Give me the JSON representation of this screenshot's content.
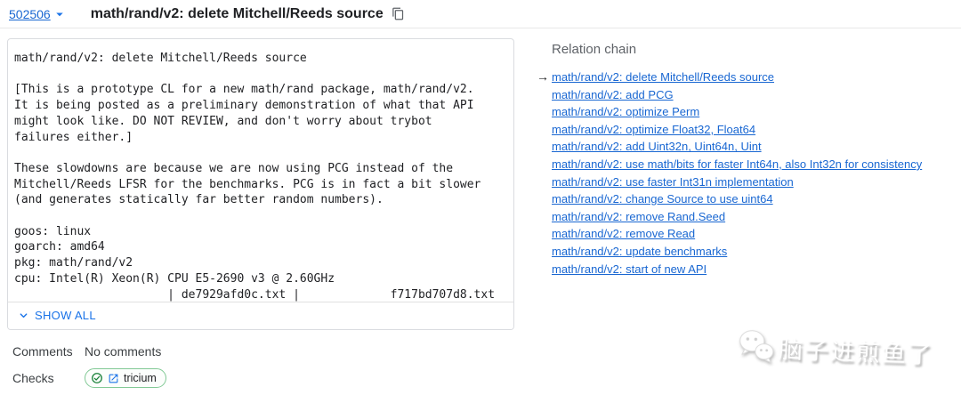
{
  "header": {
    "change_number": "502506",
    "title": "math/rand/v2: delete Mitchell/Reeds source"
  },
  "commit_message": {
    "text": "math/rand/v2: delete Mitchell/Reeds source\n\n[This is a prototype CL for a new math/rand package, math/rand/v2.\nIt is being posted as a preliminary demonstration of what that API\nmight look like. DO NOT REVIEW, and don't worry about trybot\nfailures either.]\n\nThese slowdowns are because we are now using PCG instead of the\nMitchell/Reeds LFSR for the benchmarks. PCG is in fact a bit slower\n(and generates statically far better random numbers).\n\ngoos: linux\ngoarch: amd64\npkg: math/rand/v2\ncpu: Intel(R) Xeon(R) CPU E5-2690 v3 @ 2.60GHz\n                      | de7929afd0c.txt |             f717bd707d8.txt",
    "show_all_label": "SHOW ALL"
  },
  "meta": {
    "comments_label": "Comments",
    "comments_value": "No comments",
    "checks_label": "Checks",
    "checks_chip_label": "tricium"
  },
  "relation_chain": {
    "heading": "Relation chain",
    "current_index": 0,
    "items": [
      "math/rand/v2: delete Mitchell/Reeds source",
      "math/rand/v2: add PCG",
      "math/rand/v2: optimize Perm",
      "math/rand/v2: optimize Float32, Float64",
      "math/rand/v2: add Uint32n, Uint64n, Uint",
      "math/rand/v2: use math/bits for faster Int64n, also Int32n for consistency",
      "math/rand/v2: use faster Int31n implementation",
      "math/rand/v2: change Source to use uint64",
      "math/rand/v2: remove Rand.Seed",
      "math/rand/v2: remove Read",
      "math/rand/v2: update benchmarks",
      "math/rand/v2: start of new API"
    ]
  },
  "icons": {
    "current_arrow": "→",
    "dropdown": "arrow-drop-down",
    "copy": "content-copy",
    "show_all_chevron": "chevron-down",
    "check_circle": "check-circle",
    "external_link": "open-in-new",
    "watermark_logo": "wechat-bubbles"
  },
  "watermark": {
    "text": "脑子进煎鱼了"
  },
  "colors": {
    "link_blue": "#1967d2",
    "accent_blue": "#1a73e8",
    "text_dark": "#202124",
    "label_gray": "#3c4043",
    "heading_gray": "#5f6368",
    "border_gray": "#dadce0",
    "chip_border_green": "#81c995",
    "check_green": "#188038"
  }
}
